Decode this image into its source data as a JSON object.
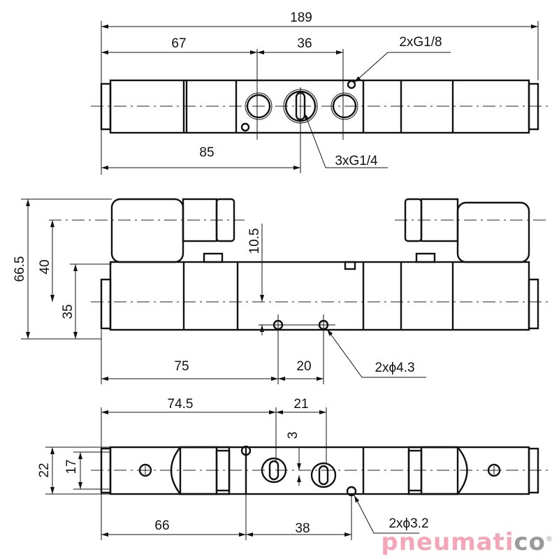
{
  "top_view": {
    "dims": {
      "overall": "189",
      "left": "67",
      "ports_spacing": "36",
      "to_port": "85"
    },
    "callouts": {
      "pilot_ports": "2xG1/8",
      "main_ports": "3xG1/4"
    }
  },
  "front_view": {
    "dims": {
      "height": "66.5",
      "coil_axis": "40",
      "body_axis": "35",
      "offset": "10.5",
      "to_hole": "75",
      "hole_spacing": "20"
    },
    "callouts": {
      "mount_holes": "2xϕ4.3"
    }
  },
  "bottom_view": {
    "dims": {
      "to_port": "74.5",
      "port_spacing": "21",
      "port_offset": "3",
      "width": "22",
      "inner_width": "17",
      "to_hole": "66",
      "hole_spacing": "38"
    },
    "callouts": {
      "mount_holes": "2xϕ3.2"
    }
  },
  "logo": {
    "text": "pneumatico",
    "main": "pneumati",
    "suffix": "co",
    "registered": "®",
    "colors": {
      "main": "#f4a6b8",
      "suffix": "#9a9a9a"
    }
  }
}
